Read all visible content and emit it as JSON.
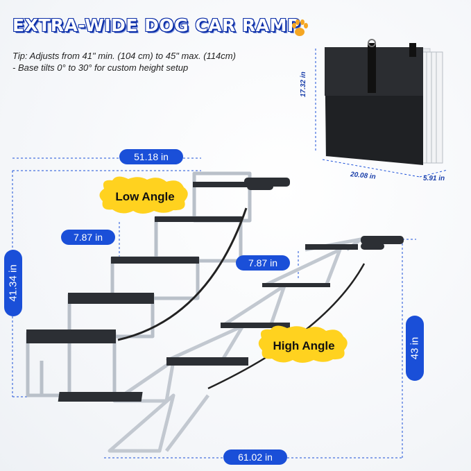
{
  "title": "EXTRA-WIDE DOG CAR RAMP",
  "tip_line1": "Tip: Adjusts from 41\" min. (104 cm) to 45\" max. (114cm)",
  "tip_line2": "- Base tilts 0° to 30° for custom height setup",
  "dims": {
    "top_width": "51.18 in",
    "left_height": "41.34 in",
    "step_low": "7.87 in",
    "step_high": "7.87 in",
    "right_height": "43 in",
    "bottom_width": "61.02 in",
    "folded_height": "17.32 in",
    "folded_width": "20.08 in",
    "folded_depth": "5.91 in"
  },
  "labels": {
    "low_angle": "Low Angle",
    "high_angle": "High Angle"
  },
  "colors": {
    "accent_blue": "#1a4fd8",
    "badge_yellow": "#ffd21f",
    "paw_orange": "#f5a623"
  }
}
